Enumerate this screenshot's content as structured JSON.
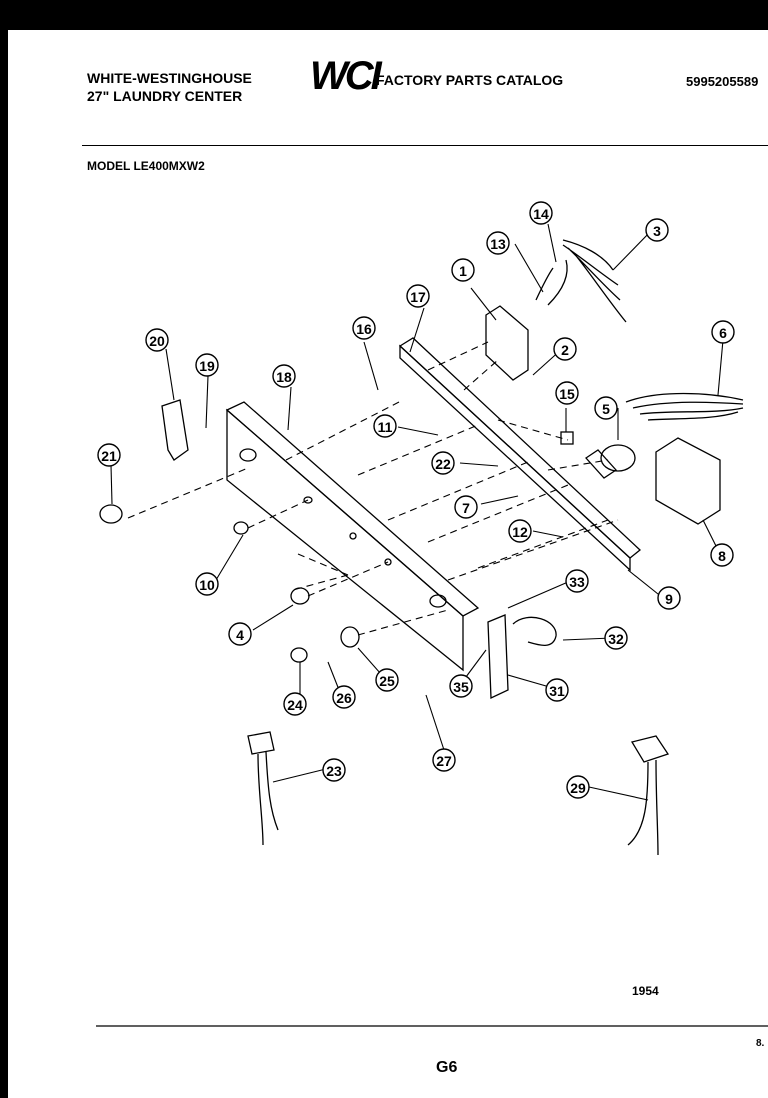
{
  "header": {
    "brand_line1": "WHITE-WESTINGHOUSE",
    "brand_line2": "27\" LAUNDRY CENTER",
    "logo": "WCI",
    "catalog_title": "FACTORY PARTS CATALOG",
    "catalog_number": "5995205589",
    "model": "MODEL LE400MXW2"
  },
  "footer": {
    "figure_code": "1954",
    "page": "G6",
    "corner_mark": "8."
  },
  "callouts": [
    {
      "id": "1",
      "label": "1"
    },
    {
      "id": "2",
      "label": "2"
    },
    {
      "id": "3",
      "label": "3"
    },
    {
      "id": "4",
      "label": "4"
    },
    {
      "id": "5",
      "label": "5"
    },
    {
      "id": "6",
      "label": "6"
    },
    {
      "id": "7",
      "label": "7"
    },
    {
      "id": "8",
      "label": "8"
    },
    {
      "id": "9",
      "label": "9"
    },
    {
      "id": "10",
      "label": "10"
    },
    {
      "id": "11",
      "label": "11"
    },
    {
      "id": "12",
      "label": "12"
    },
    {
      "id": "13",
      "label": "13"
    },
    {
      "id": "14",
      "label": "14"
    },
    {
      "id": "15",
      "label": "15"
    },
    {
      "id": "16",
      "label": "16"
    },
    {
      "id": "17",
      "label": "17"
    },
    {
      "id": "18",
      "label": "18"
    },
    {
      "id": "19",
      "label": "19"
    },
    {
      "id": "20",
      "label": "20"
    },
    {
      "id": "21",
      "label": "21"
    },
    {
      "id": "22",
      "label": "22"
    },
    {
      "id": "23",
      "label": "23"
    },
    {
      "id": "24",
      "label": "24"
    },
    {
      "id": "25",
      "label": "25"
    },
    {
      "id": "26",
      "label": "26"
    },
    {
      "id": "27",
      "label": "27"
    },
    {
      "id": "29",
      "label": "29"
    },
    {
      "id": "31",
      "label": "31"
    },
    {
      "id": "32",
      "label": "32"
    },
    {
      "id": "33",
      "label": "33"
    },
    {
      "id": "35",
      "label": "35"
    }
  ]
}
